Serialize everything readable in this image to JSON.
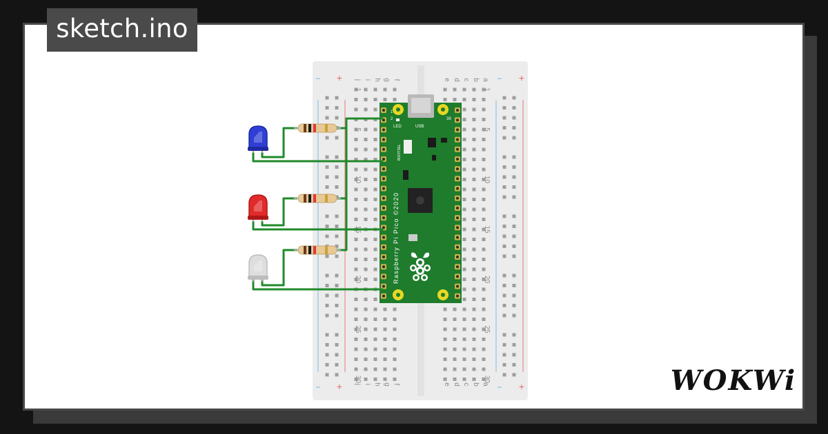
{
  "window": {
    "filename": "sketch.ino",
    "brand": "WOKWi"
  },
  "breadboard": {
    "rail_plus": "+",
    "rail_minus": "−",
    "columns_left": [
      "j",
      "i",
      "h",
      "g",
      "f"
    ],
    "columns_right": [
      "e",
      "d",
      "c",
      "b",
      "a"
    ],
    "row_numbers": [
      "1",
      "5",
      "10",
      "15",
      "20",
      "25",
      "30"
    ]
  },
  "pico": {
    "board_text": "Raspberry Pi Pico ©2020",
    "led_label": "LED",
    "usb_label": "USB",
    "bootsel_label": "BOOTSEL",
    "pin1_label": "1",
    "pin2_label": "2",
    "pin39_label": "39"
  },
  "components": {
    "leds": [
      {
        "name": "blue-led",
        "color": "#2f3fd6"
      },
      {
        "name": "red-led",
        "color": "#e22a2a"
      },
      {
        "name": "white-led",
        "color": "#dedede"
      }
    ],
    "wire_color": "#1f8a2a"
  }
}
